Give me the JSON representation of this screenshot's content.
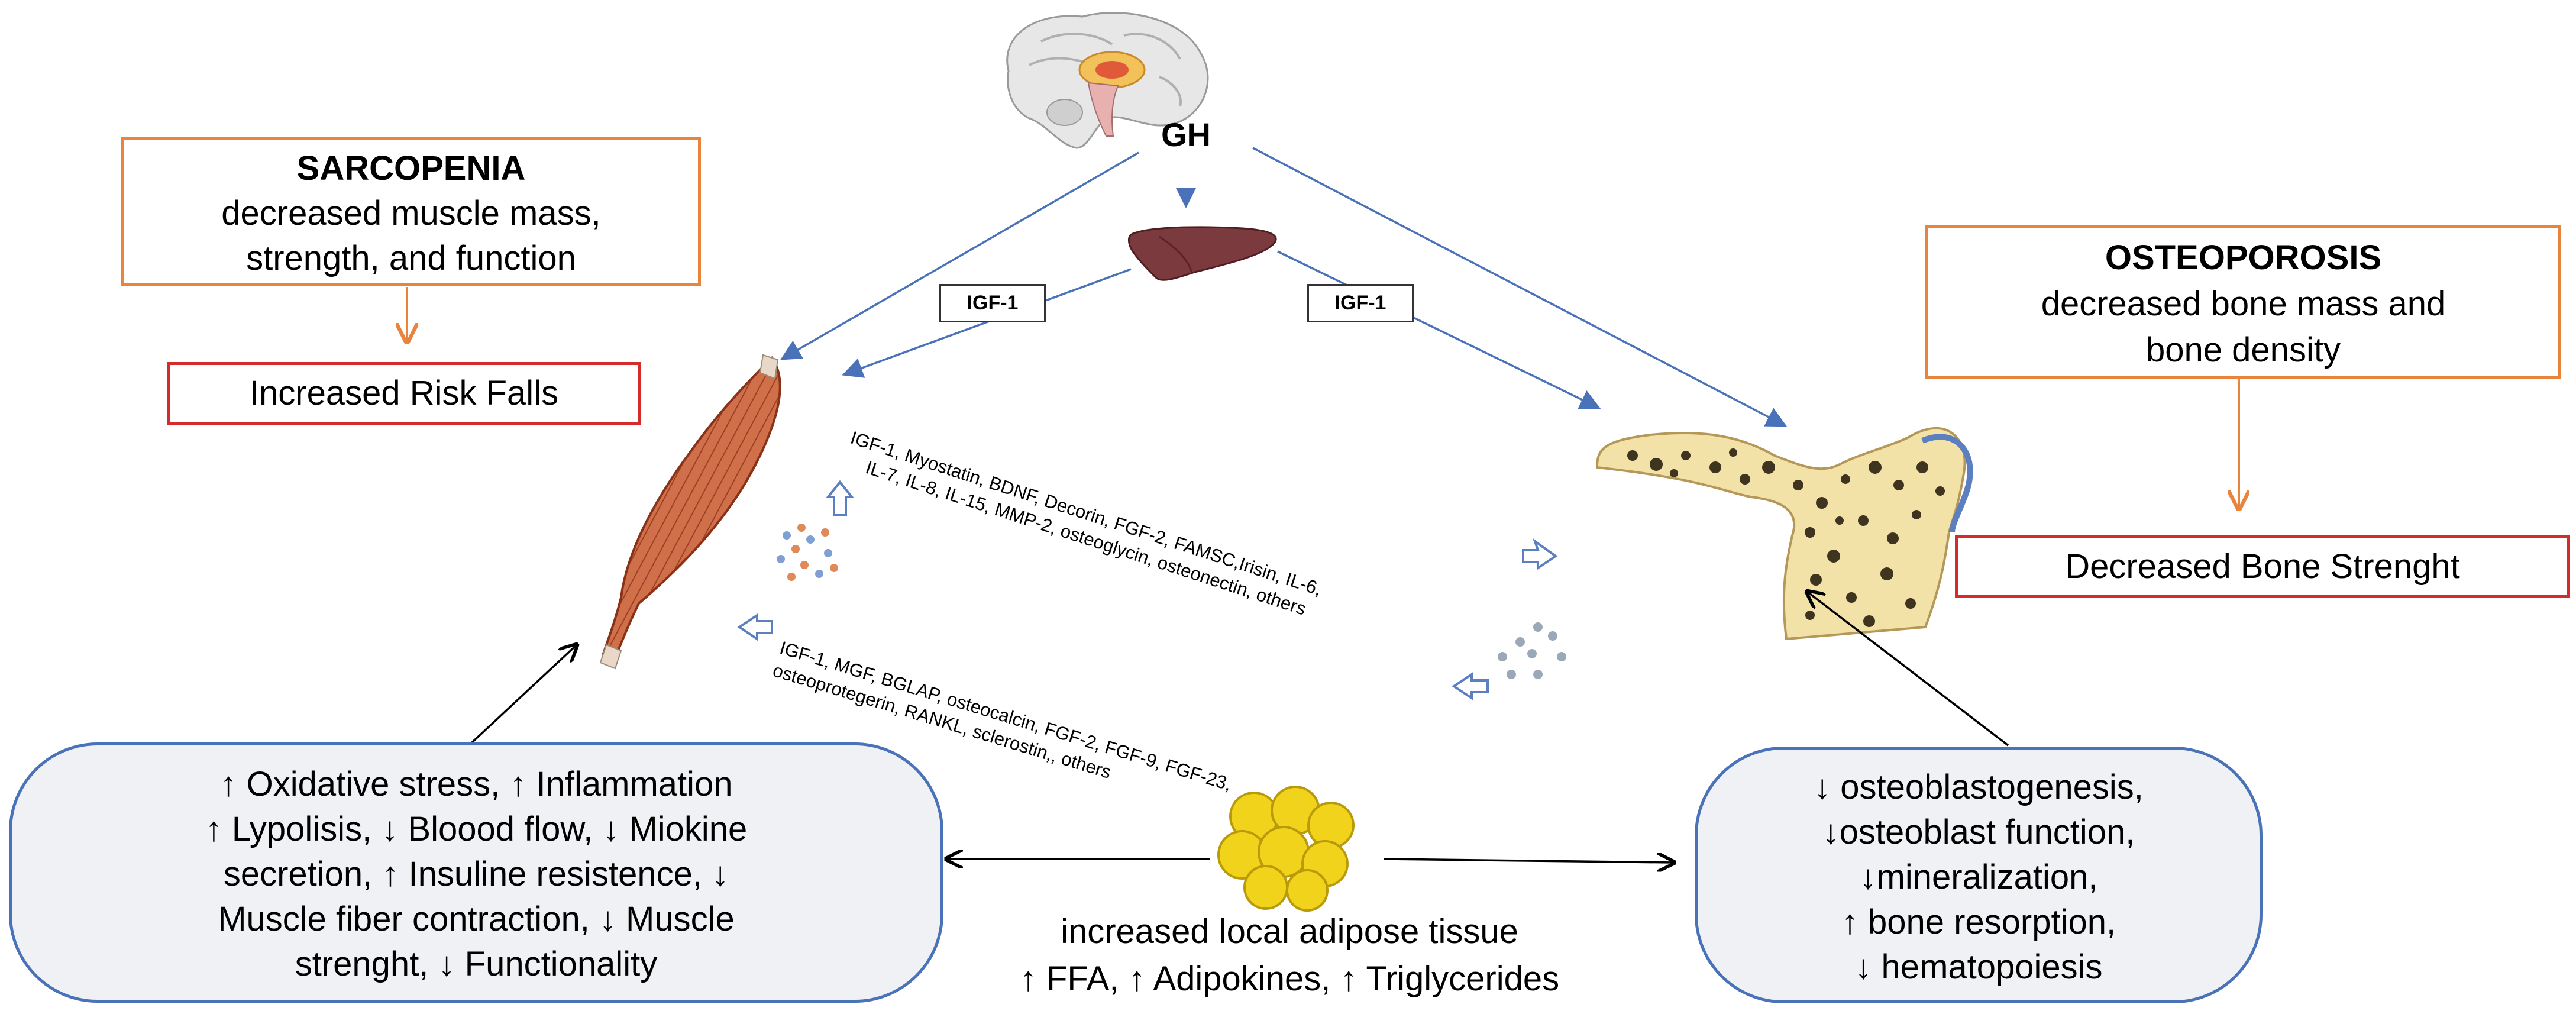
{
  "hormone": "GH",
  "igf_labels": [
    "IGF-1",
    "IGF-1"
  ],
  "sarcopenia": {
    "title": "SARCOPENIA",
    "lines": [
      "decreased muscle mass,",
      "strength, and function"
    ],
    "consequence": "Increased Risk Falls"
  },
  "osteoporosis": {
    "title": "OSTEOPOROSIS",
    "lines": [
      "decreased bone mass and",
      "bone density"
    ],
    "consequence": "Decreased Bone Strenght"
  },
  "myokines": {
    "line1": "IGF-1, Myostatin, BDNF, Decorin, FGF-2, FAMSC,Irisin, IL-6,",
    "line2": "IL-7, IL-8, IL-15, MMP-2, osteoglycin, osteonectin, others"
  },
  "osteokines": {
    "line1": "IGF-1, MGF, BGLAP, osteocalcin, FGF-2, FGF-9, FGF-23,",
    "line2": "osteoprotegerin, RANKL, sclerostin,, others"
  },
  "muscle_effects": [
    "↑ Oxidative stress, ↑ Inflammation",
    "↑ Lypolisis, ↓ Bloood flow, ↓ Miokine",
    "secretion, ↑ Insuline resistence, ↓",
    "Muscle fiber contraction, ↓  Muscle",
    "strenght, ↓ Functionality"
  ],
  "bone_effects": [
    "↓ osteoblastogenesis,",
    "↓osteoblast function,",
    "↓mineralization,",
    "↑ bone resorption,",
    "↓ hematopoiesis"
  ],
  "adipose": {
    "title": "increased local adipose tissue",
    "effects": "↑ FFA, ↑ Adipokines, ↑ Triglycerides"
  },
  "colors": {
    "orange_border": "#e8843c",
    "red_border": "#d42b2b",
    "blue_arrow": "#4a72b8",
    "rounded_fill": "#eff1f4",
    "muscle": "#c9623d",
    "bone_fill": "#f2e2a8",
    "fat": "#f2d31b",
    "liver": "#7a3a3e"
  },
  "icons": [
    "brain-icon",
    "liver-icon",
    "muscle-icon",
    "bone-icon",
    "fat-cells-icon"
  ]
}
